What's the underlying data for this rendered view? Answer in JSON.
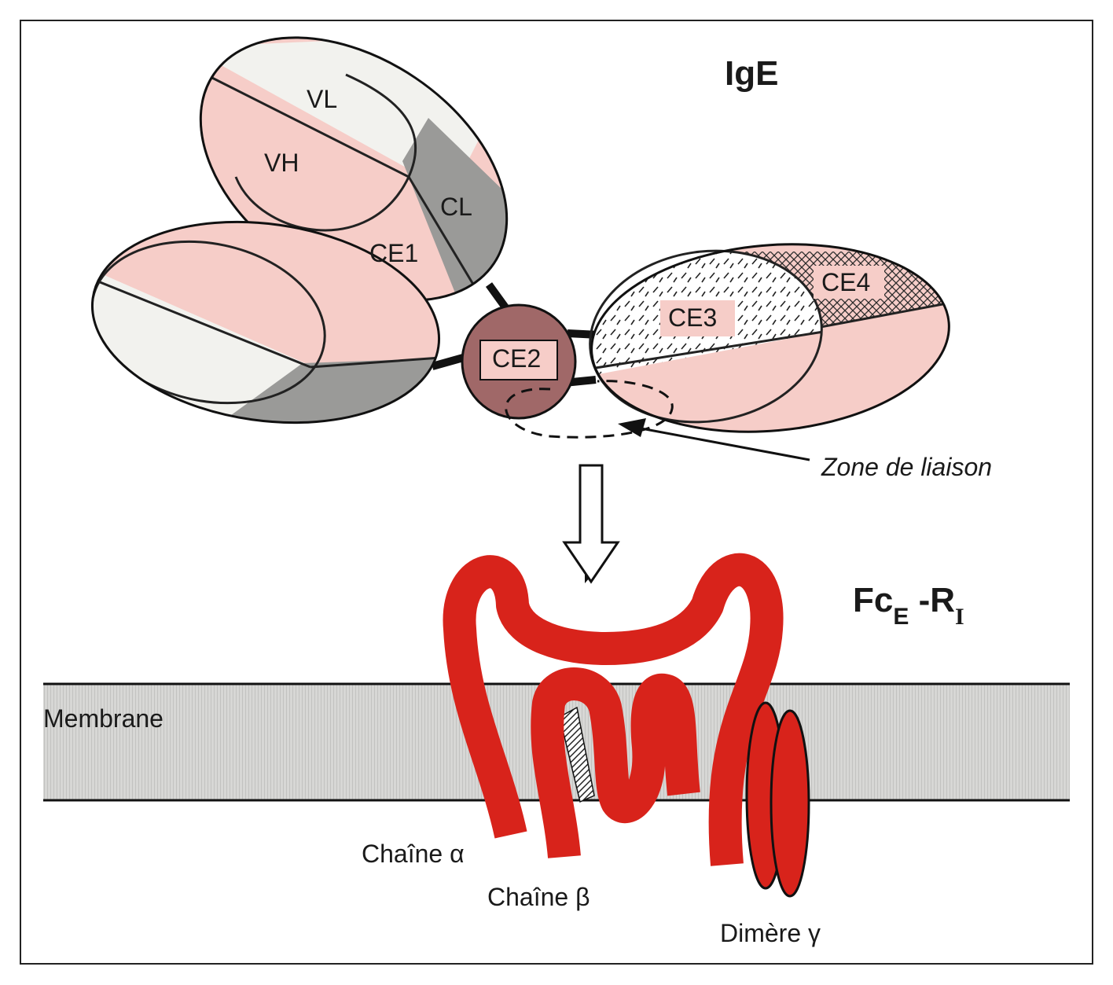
{
  "title": "IgE",
  "receptor": {
    "main": "Fc",
    "sub1": "E",
    "mid": " -R",
    "sub2": "I"
  },
  "domains": {
    "vl": "VL",
    "vh": "VH",
    "cl": "CL",
    "ce1": "CE1",
    "ce2": "CE2",
    "ce3": "CE3",
    "ce4": "CE4"
  },
  "annotations": {
    "binding_zone": "Zone de liaison",
    "membrane": "Membrane",
    "alpha_chain": "Chaîne α",
    "beta_chain": "Chaîne β",
    "gamma_dimer": "Dimère γ"
  },
  "colors": {
    "pink": "#f6cdc8",
    "light": "#f2f2ee",
    "gray": "#9a9a98",
    "ce2": "#a06868",
    "receptor_red": "#d8231b",
    "membrane": "#d4d4d2"
  }
}
